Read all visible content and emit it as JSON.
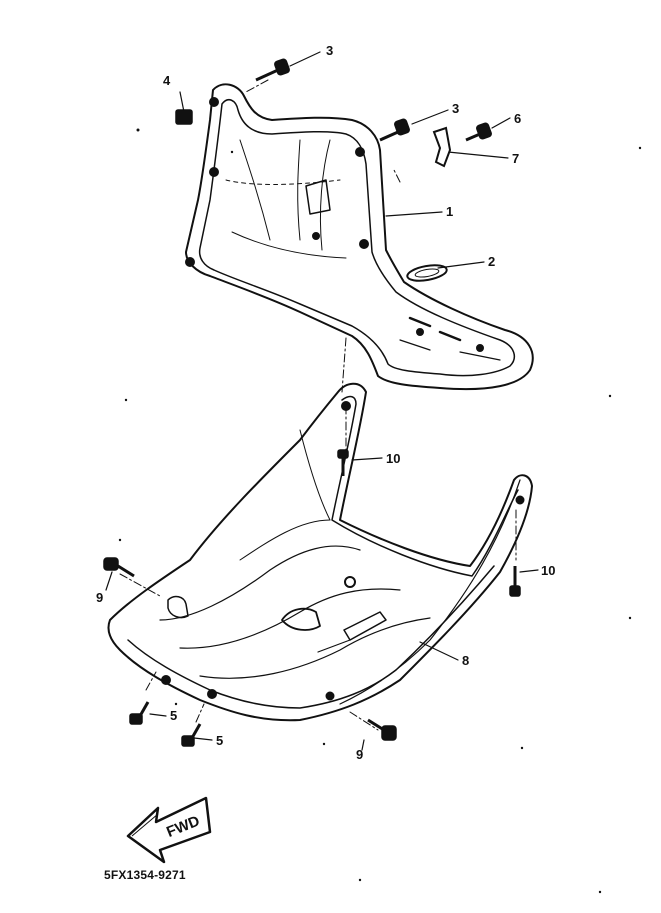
{
  "diagram": {
    "part_code": "5FX1354-9271",
    "direction_label": "FWD",
    "callouts": [
      {
        "id": "c3a",
        "label": "3"
      },
      {
        "id": "c4",
        "label": "4"
      },
      {
        "id": "c3b",
        "label": "3"
      },
      {
        "id": "c6",
        "label": "6"
      },
      {
        "id": "c7",
        "label": "7"
      },
      {
        "id": "c1",
        "label": "1"
      },
      {
        "id": "c2",
        "label": "2"
      },
      {
        "id": "c10a",
        "label": "10"
      },
      {
        "id": "c10b",
        "label": "10"
      },
      {
        "id": "c9a",
        "label": "9"
      },
      {
        "id": "c8",
        "label": "8"
      },
      {
        "id": "c5a",
        "label": "5"
      },
      {
        "id": "c5b",
        "label": "5"
      },
      {
        "id": "c9b",
        "label": "9"
      }
    ]
  },
  "colors": {
    "ink": "#111111",
    "paper": "#ffffff"
  }
}
